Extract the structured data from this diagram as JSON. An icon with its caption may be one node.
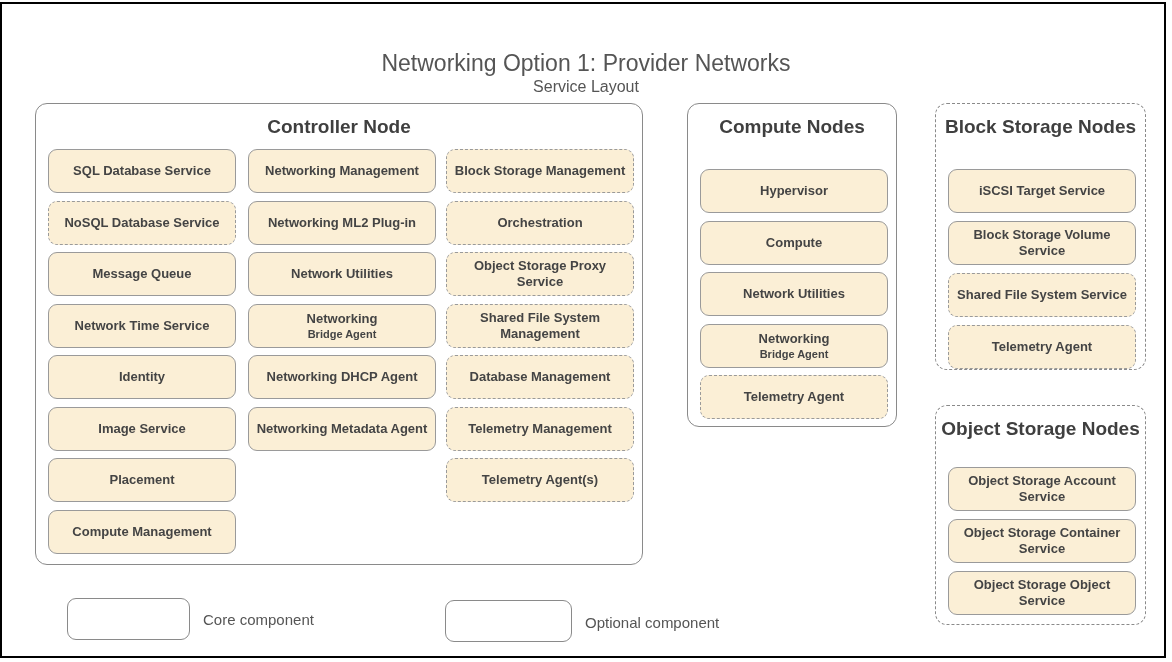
{
  "diagram": {
    "title": "Networking Option 1: Provider Networks",
    "nodes": [
      {
        "text": [
          "Controller Node"
        ]
      },
      {
        "text": [
          "SQL Database Service"
        ],
        "in": 0
      },
      {
        "text": [
          "NoSQL Database Service"
        ],
        "in": 0
      },
      {
        "text": [
          "Message Queue"
        ],
        "in": 0
      },
      {
        "text": [
          "Network Time Service"
        ],
        "in": 0
      },
      {
        "text": [
          "Identity"
        ],
        "in": 0
      },
      {
        "text": [
          "Image Service"
        ],
        "in": 0
      },
      {
        "text": [
          "Placement"
        ],
        "in": 0
      },
      {
        "text": [
          "Compute Management"
        ],
        "in": 0
      },
      {
        "text": [
          "Networking Management"
        ],
        "in": 0
      },
      {
        "text": [
          "Networking ML2 Plug-in"
        ],
        "in": 0
      },
      {
        "text": [
          "Network Utilities"
        ],
        "in": 0
      },
      {
        "text": [
          "Networking",
          "Bridge Agent"
        ],
        "in": 0
      },
      {
        "text": [
          "Networking DHCP Agent"
        ],
        "in": 0
      },
      {
        "text": [
          "Networking Metadata Agent"
        ],
        "in": 0
      },
      {
        "text": [
          "Block Storage Management"
        ],
        "in": 0
      },
      {
        "text": [
          "Orchestration"
        ],
        "in": 0
      },
      {
        "text": [
          "Object Storage Proxy Service"
        ],
        "in": 0
      },
      {
        "text": [
          "Shared File System Management"
        ],
        "in": 0
      },
      {
        "text": [
          "Database Management"
        ],
        "in": 0
      },
      {
        "text": [
          "Telemetry Management"
        ],
        "in": 0
      },
      {
        "text": [
          "Telemetry Agent(s)"
        ],
        "in": 0
      },
      {
        "text": [
          "Compute Nodes"
        ]
      },
      {
        "text": [
          "Hypervisor"
        ],
        "in": 22
      },
      {
        "text": [
          "Compute"
        ],
        "in": 22
      },
      {
        "text": [
          "Network Utilities"
        ],
        "in": 22
      },
      {
        "text": [
          "Networking",
          "Bridge Agent"
        ],
        "in": 22
      },
      {
        "text": [
          "Telemetry Agent"
        ],
        "in": 22
      },
      {
        "text": [
          "Block Storage Nodes"
        ]
      },
      {
        "text": [
          "iSCSI Target Service"
        ],
        "in": 28
      },
      {
        "text": [
          "Block Storage Volume Service"
        ],
        "in": 28
      },
      {
        "text": [
          "Shared File System Service"
        ],
        "in": 28
      },
      {
        "text": [
          "Telemetry Agent"
        ],
        "in": 28
      },
      {
        "text": [
          "Object Storage Nodes"
        ]
      },
      {
        "text": [
          "Object Storage Account Service"
        ],
        "in": 33
      },
      {
        "text": [
          "Object Storage Container Service"
        ],
        "in": 33
      },
      {
        "text": [
          "Object Storage Object Service"
        ],
        "in": 33
      }
    ],
    "labels": [
      "Service Layout"
    ],
    "legend": [
      {
        "text": "Core component"
      },
      {
        "text": "Optional component"
      }
    ]
  }
}
